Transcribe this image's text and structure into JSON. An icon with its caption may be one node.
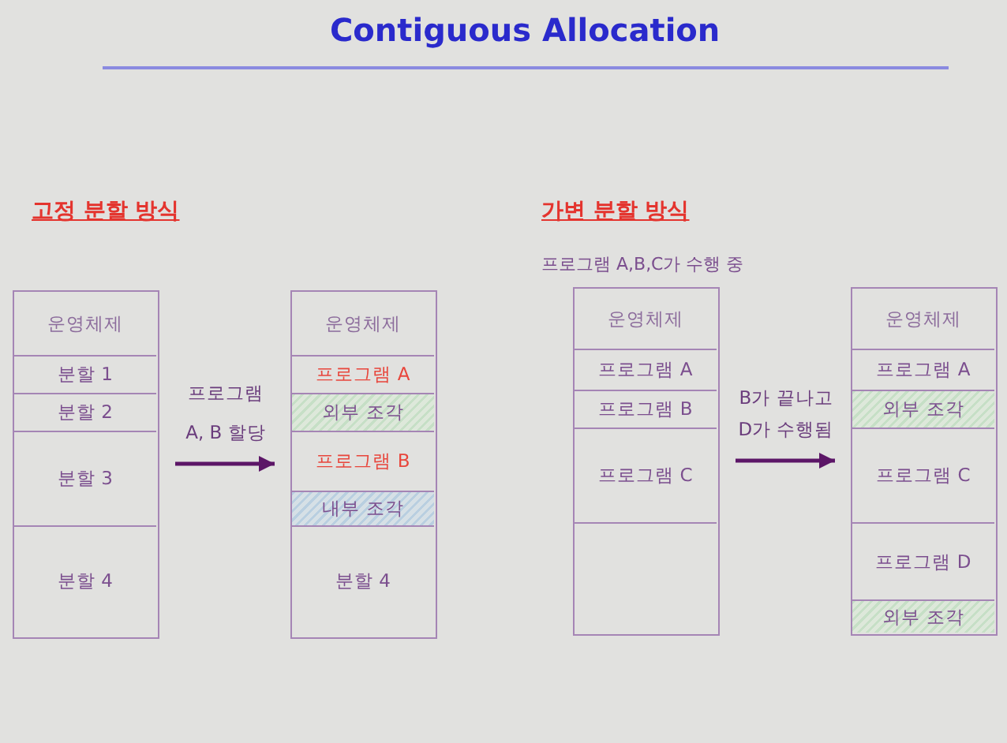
{
  "diagram": {
    "title": "Contiguous Allocation",
    "nodes": [
      {
        "text": [],
        "shape": "box"
      },
      {
        "text": [
          "운영체제"
        ],
        "in": 0
      },
      {
        "text": [
          "분할 1"
        ],
        "in": 0
      },
      {
        "text": [
          "분할 2"
        ],
        "in": 0
      },
      {
        "text": [
          "분할 3"
        ],
        "in": 0
      },
      {
        "text": [
          "분할 4"
        ],
        "in": 0
      },
      {
        "text": [],
        "shape": "box"
      },
      {
        "text": [
          "운영체제"
        ],
        "in": 6
      },
      {
        "text": [
          "프로그램 A"
        ],
        "in": 6
      },
      {
        "text": [
          "외부 조각"
        ],
        "in": 6
      },
      {
        "text": [
          "프로그램 B"
        ],
        "in": 6
      },
      {
        "text": [
          "내부 조각"
        ],
        "in": 6
      },
      {
        "text": [
          "분할 4"
        ],
        "in": 6
      },
      {
        "text": [],
        "shape": "box",
        "beside": [
          "프로그램 A,B,C가 수행 중"
        ]
      },
      {
        "text": [
          "운영체제"
        ],
        "in": 13
      },
      {
        "text": [
          "프로그램 A"
        ],
        "in": 13
      },
      {
        "text": [
          "프로그램 B"
        ],
        "in": 13
      },
      {
        "text": [
          "프로그램 C"
        ],
        "in": 13
      },
      {
        "text": [],
        "shape": "box",
        "in": 13
      },
      {
        "text": [],
        "shape": "box"
      },
      {
        "text": [
          "운영체제"
        ],
        "in": 19
      },
      {
        "text": [
          "프로그램 A"
        ],
        "in": 19
      },
      {
        "text": [
          "외부 조각"
        ],
        "in": 19
      },
      {
        "text": [
          "프로그램 C"
        ],
        "in": 19
      },
      {
        "text": [
          "프로그램 D"
        ],
        "in": 19
      },
      {
        "text": [
          "외부 조각"
        ],
        "in": 19
      }
    ],
    "edges": [
      {
        "from": 0,
        "to": 6,
        "arrow": "to",
        "label": "프로그램 A, B 할당"
      },
      {
        "from": 13,
        "to": 19,
        "arrow": "to",
        "label": "B가 끝나고 D가 수행됨"
      }
    ],
    "labels": [
      "고정 분할 방식",
      "가변 분할 방식"
    ]
  }
}
